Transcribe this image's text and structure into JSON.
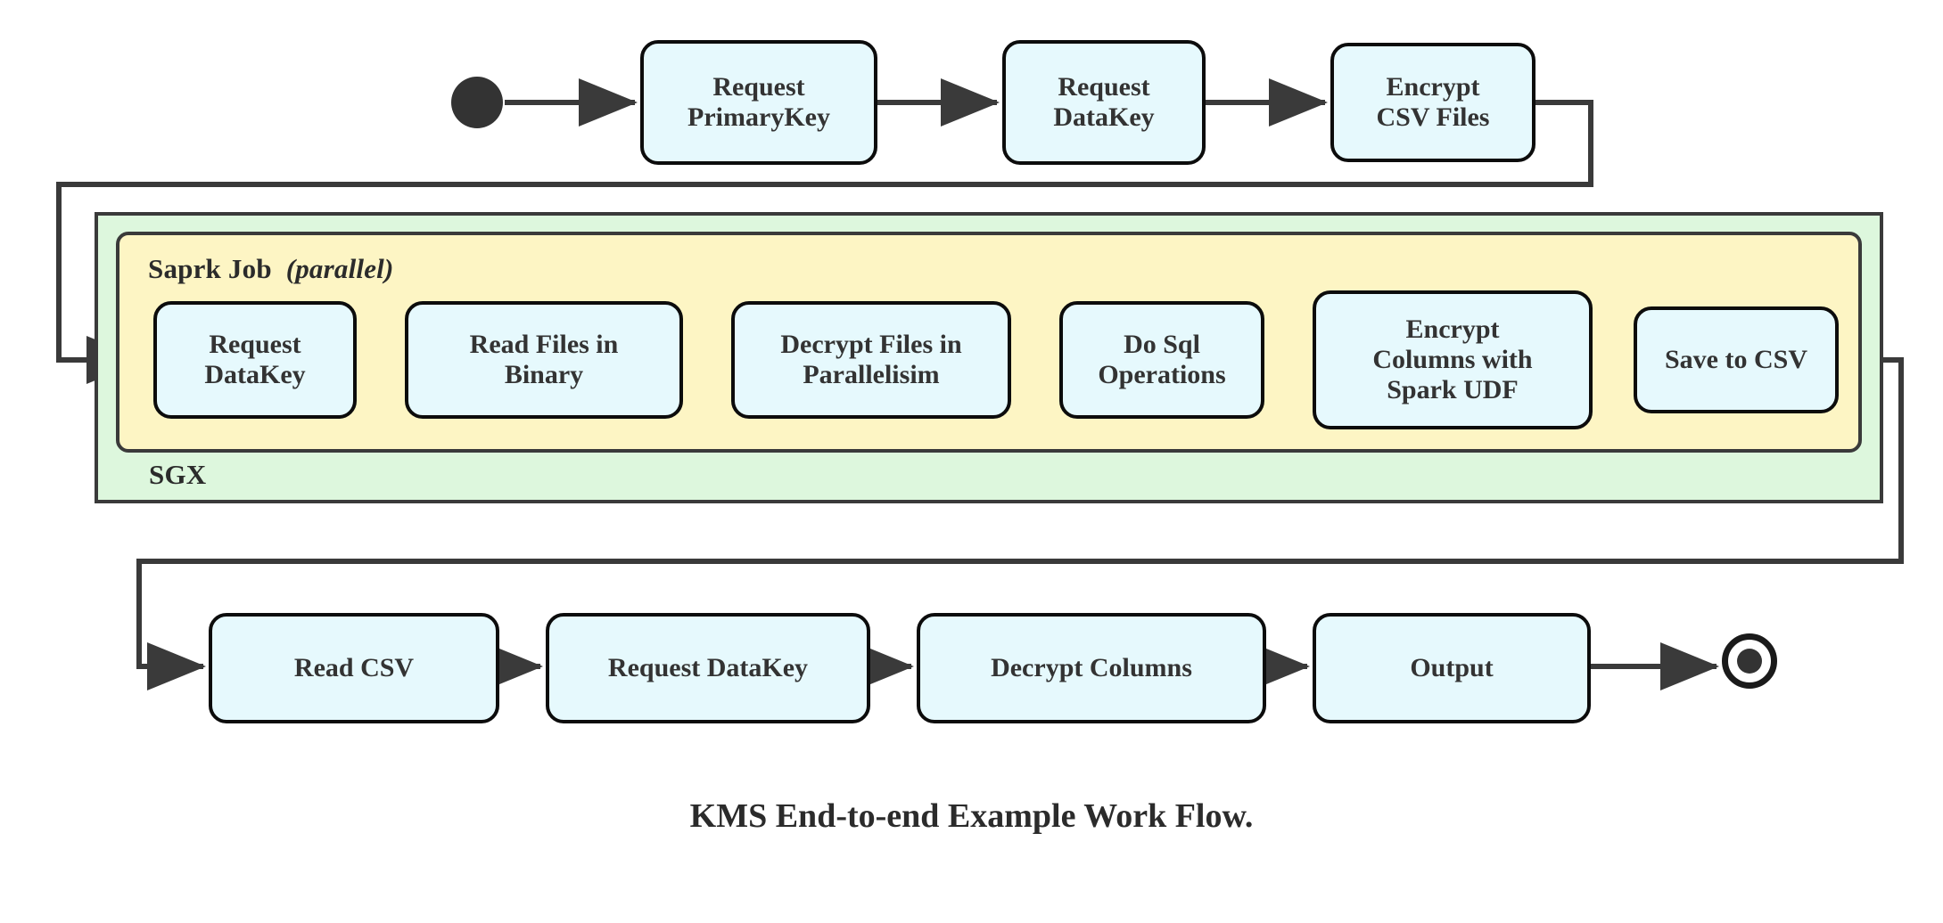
{
  "diagram": {
    "caption": "KMS End-to-end Example Work Flow.",
    "colors": {
      "node_fill": "#e6f9fd",
      "node_stroke": "#0c0c0c",
      "sgx_fill": "#ddf7dd",
      "spark_fill": "#fdf5c4",
      "edge_stroke": "#3a3a3a",
      "text": "#333333",
      "background": "#ffffff"
    },
    "containers": {
      "sgx": {
        "label": "SGX"
      },
      "spark": {
        "label": "Saprk Job",
        "qualifier": "(parallel)",
        "qualifier_style": "italic"
      }
    },
    "markers": {
      "start": "initial-state-dot",
      "end": "final-state-ring"
    },
    "rows": {
      "top": {
        "nodes": [
          {
            "id": "request-primarykey",
            "lines": [
              "Request",
              "PrimaryKey"
            ]
          },
          {
            "id": "request-datakey-top",
            "lines": [
              "Request",
              "DataKey"
            ]
          },
          {
            "id": "encrypt-csv-files",
            "lines": [
              "Encrypt",
              "CSV Files"
            ]
          }
        ]
      },
      "middle": {
        "nodes": [
          {
            "id": "request-datakey-spark",
            "lines": [
              "Request",
              "DataKey"
            ]
          },
          {
            "id": "read-files-in-binary",
            "lines": [
              "Read Files in",
              "Binary"
            ]
          },
          {
            "id": "decrypt-files-in-parallelisim",
            "lines": [
              "Decrypt Files in",
              "Parallelisim"
            ]
          },
          {
            "id": "do-sql-operations",
            "lines": [
              "Do Sql",
              "Operations"
            ]
          },
          {
            "id": "encrypt-columns-with-spark-udf",
            "lines": [
              "Encrypt",
              "Columns with",
              "Spark UDF"
            ]
          },
          {
            "id": "save-to-csv",
            "lines": [
              "Save to CSV"
            ]
          }
        ]
      },
      "bottom": {
        "nodes": [
          {
            "id": "read-csv",
            "lines": [
              "Read CSV"
            ]
          },
          {
            "id": "request-datakey-bottom",
            "lines": [
              "Request DataKey"
            ]
          },
          {
            "id": "decrypt-columns",
            "lines": [
              "Decrypt Columns"
            ]
          },
          {
            "id": "output",
            "lines": [
              "Output"
            ]
          }
        ]
      }
    },
    "flow_edges": [
      {
        "from": "start",
        "to": "request-primarykey"
      },
      {
        "from": "request-primarykey",
        "to": "request-datakey-top"
      },
      {
        "from": "request-datakey-top",
        "to": "encrypt-csv-files"
      },
      {
        "from": "encrypt-csv-files",
        "to": "request-datakey-spark",
        "routing": "wrap-left"
      },
      {
        "from": "request-datakey-spark",
        "to": "read-files-in-binary"
      },
      {
        "from": "read-files-in-binary",
        "to": "decrypt-files-in-parallelisim"
      },
      {
        "from": "decrypt-files-in-parallelisim",
        "to": "do-sql-operations"
      },
      {
        "from": "do-sql-operations",
        "to": "encrypt-columns-with-spark-udf"
      },
      {
        "from": "encrypt-columns-with-spark-udf",
        "to": "save-to-csv"
      },
      {
        "from": "save-to-csv",
        "to": "read-csv",
        "routing": "wrap-right"
      },
      {
        "from": "read-csv",
        "to": "request-datakey-bottom"
      },
      {
        "from": "request-datakey-bottom",
        "to": "decrypt-columns"
      },
      {
        "from": "decrypt-columns",
        "to": "output"
      },
      {
        "from": "output",
        "to": "end"
      }
    ]
  }
}
